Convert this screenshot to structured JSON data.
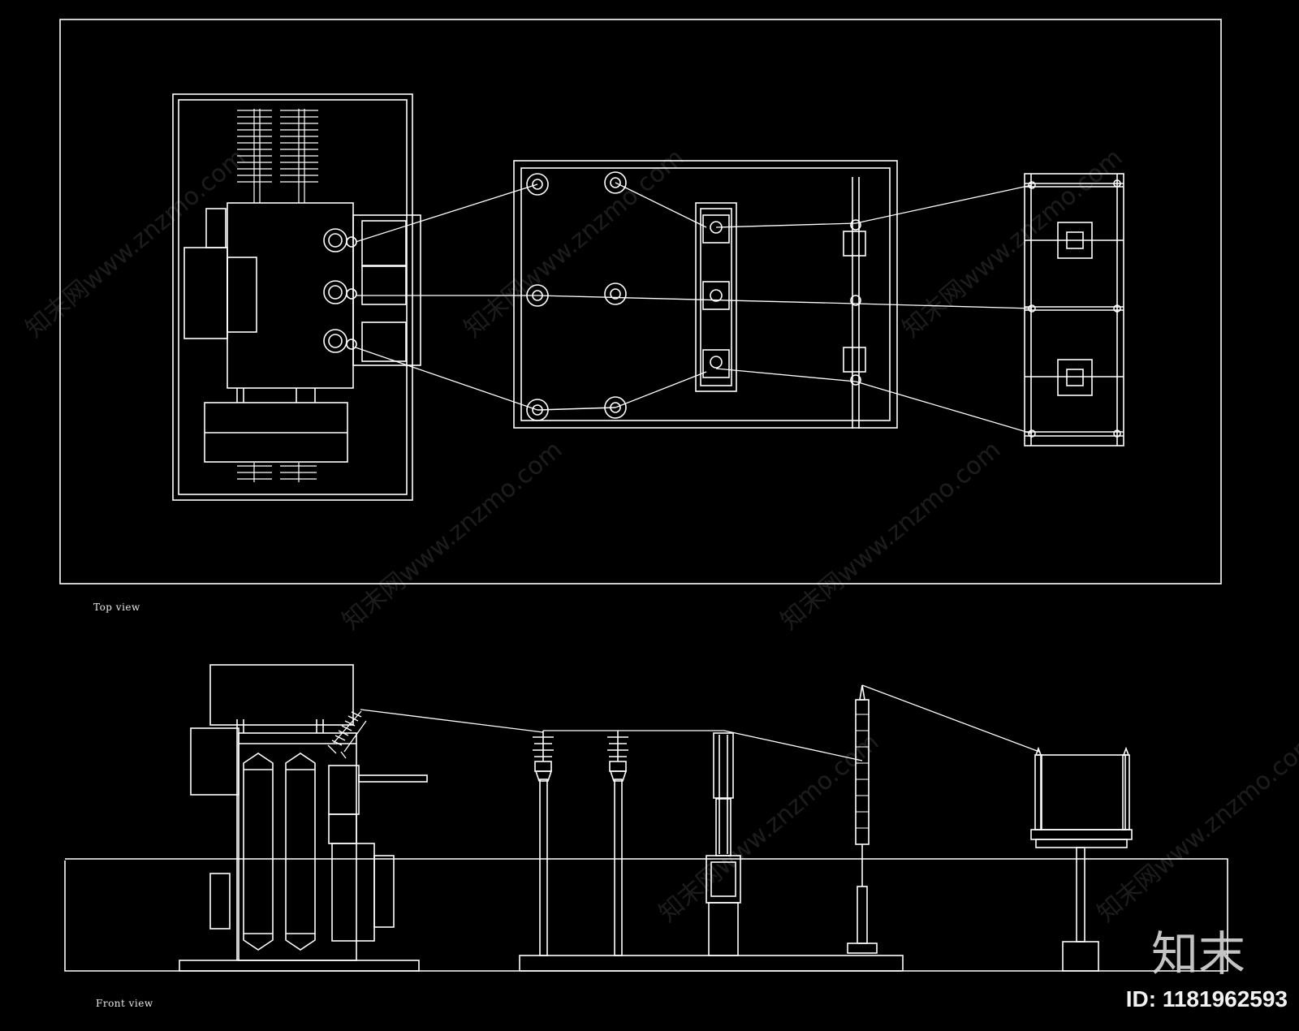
{
  "labels": {
    "top_view": "Top view",
    "front_view": "Front view"
  },
  "watermark": {
    "text": "知末网www.znzmo.com"
  },
  "brand": {
    "logo": "知末",
    "id_text": "ID: 1181962593"
  },
  "colors": {
    "background": "#000000",
    "line": "#ffffff"
  }
}
